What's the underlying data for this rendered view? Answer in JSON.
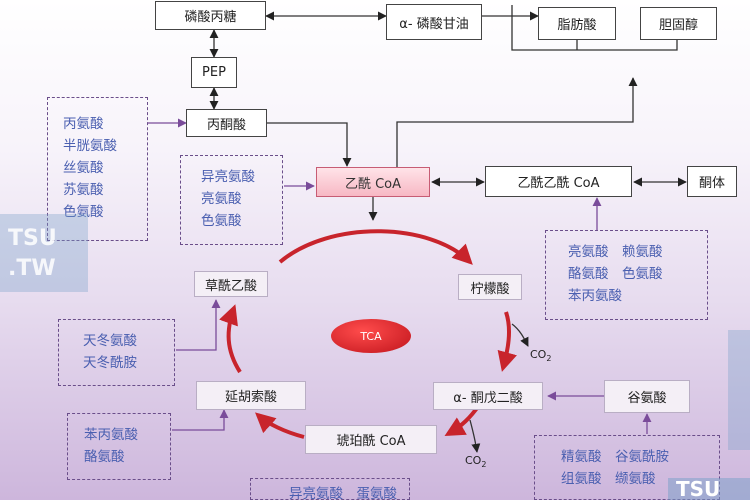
{
  "nodes": {
    "glyceraldehyde_phosphate": "磷酸丙糖",
    "glycerol_phosphate": "α- 磷酸甘油",
    "fatty_acid": "脂肪酸",
    "cholesterol": "胆固醇",
    "pep": "PEP",
    "pyruvate": "丙酮酸",
    "acetyl_coa": "乙酰 CoA",
    "acetoacetyl_coa": "乙酰乙酰 CoA",
    "ketone_body": "酮体",
    "oxaloacetate": "草酰乙酸",
    "citrate": "柠檬酸",
    "tca": "TCA",
    "fumarate": "延胡索酸",
    "alpha_ketoglutarate": "α- 酮戊二酸",
    "succinyl_coa": "琥珀酰 CoA",
    "glutamate": "谷氨酸",
    "co2": "CO",
    "co2_sub": "2"
  },
  "amino_acid_groups": {
    "to_pyruvate": [
      "丙氨酸",
      "半胱氨酸",
      "丝氨酸",
      "苏氨酸",
      "色氨酸"
    ],
    "to_acetyl_coa": [
      "异亮氨酸",
      "亮氨酸",
      "色氨酸"
    ],
    "to_acetoacetyl_coa": [
      "亮氨酸　赖氨酸",
      "酪氨酸　色氨酸",
      "苯丙氨酸"
    ],
    "to_oxaloacetate": [
      "天冬氨酸",
      "天冬酰胺"
    ],
    "to_fumarate": [
      "苯丙氨酸",
      "酪氨酸"
    ],
    "to_glutamate": [
      "精氨酸　谷氨酰胺",
      "组氨酸　缬氨酸"
    ],
    "to_succinyl_coa": [
      "异亮氨酸　蛋氨酸"
    ]
  },
  "watermark": {
    "line1": "TSU",
    "line2": ".TW",
    "corner": "TSU"
  },
  "colors": {
    "tca_arrow": "#c8242c",
    "amino_arrow": "#7a4c9a",
    "line": "#333333",
    "amino_text": "#4a5fb0"
  }
}
